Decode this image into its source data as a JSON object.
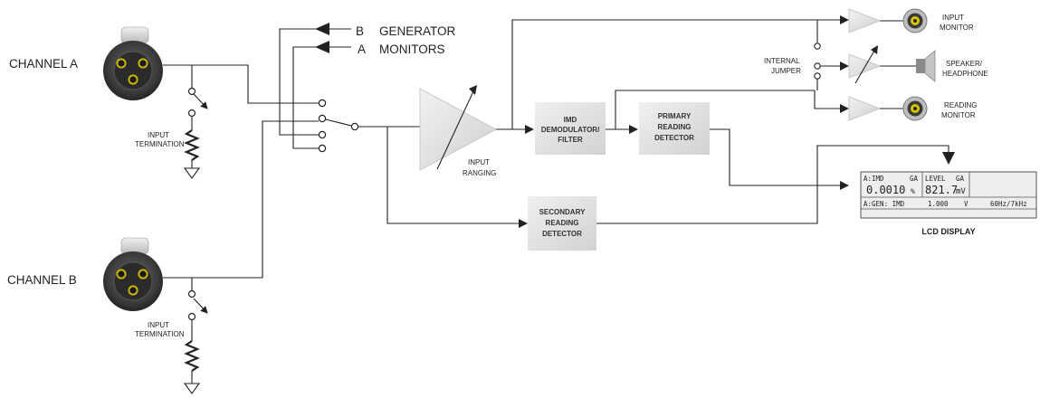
{
  "labels": {
    "channel_a": "CHANNEL A",
    "channel_b": "CHANNEL B",
    "gen_b": "B",
    "gen_a": "A",
    "generator": "GENERATOR",
    "monitors": "MONITORS",
    "input_termination_1": "INPUT",
    "input_termination_2": "TERMINATION",
    "input_ranging_1": "INPUT",
    "input_ranging_2": "RANGING",
    "internal_jumper_1": "INTERNAL",
    "internal_jumper_2": "JUMPER",
    "input_monitor_1": "INPUT",
    "input_monitor_2": "MONITOR",
    "speaker_1": "SPEAKER/",
    "speaker_2": "HEADPHONE",
    "reading_monitor_1": "READING",
    "reading_monitor_2": "MONITOR",
    "lcd_display": "LCD DISPLAY"
  },
  "blocks": {
    "imd_1": "IMD",
    "imd_2": "DEMODULATOR/",
    "imd_3": "FILTER",
    "primary_1": "PRIMARY",
    "primary_2": "READING",
    "primary_3": "DETECTOR",
    "secondary_1": "SECONDARY",
    "secondary_2": "READING",
    "secondary_3": "DETECTOR"
  },
  "lcd": {
    "cell1_title": "A:IMD",
    "cell1_tag": "GA",
    "cell1_value": "0.0010",
    "cell1_unit": "%",
    "cell2_title": "LEVEL",
    "cell2_tag": "GA",
    "cell2_value": "821.7",
    "cell2_unit": "mV",
    "gen_label": "A:GEN: IMD",
    "gen_level": "1.000",
    "gen_unit": "V",
    "gen_freq": "60Hz/7kHz"
  }
}
